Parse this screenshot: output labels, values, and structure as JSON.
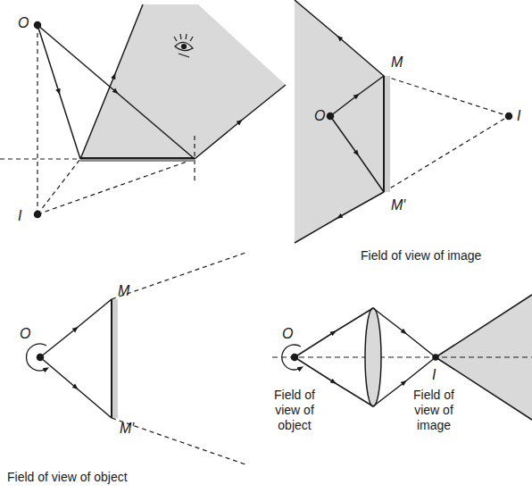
{
  "diagram": {
    "labels": [
      "O",
      "I",
      "M",
      "O",
      "I",
      "M′",
      "Field of view of image",
      "M",
      "O",
      "M′",
      "Field of view of object",
      "O",
      "I",
      "Field of view of object",
      "Field of view of image"
    ]
  }
}
